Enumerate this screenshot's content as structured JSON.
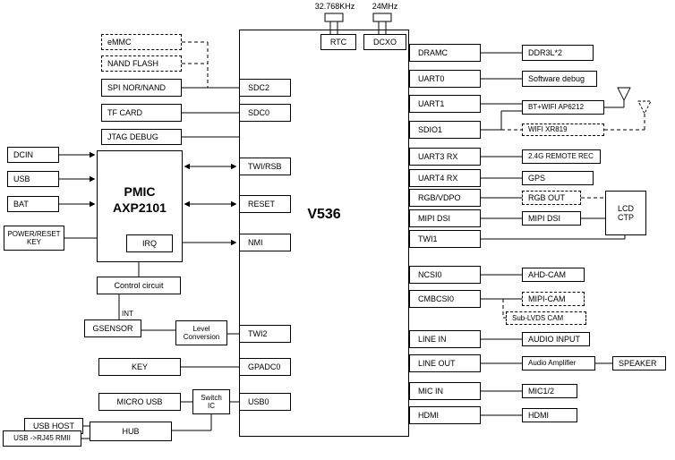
{
  "clocks": {
    "rtc_freq": "32.768KHz",
    "dcxo_freq": "24MHz",
    "rtc": "RTC",
    "dcxo": "DCXO"
  },
  "soc": {
    "name": "V536"
  },
  "pins_left": {
    "sdc2": "SDC2",
    "sdc0": "SDC0",
    "twi_rsb": "TWI/RSB",
    "reset": "RESET",
    "nmi": "NMI",
    "twi2": "TWI2",
    "gpadc0": "GPADC0",
    "usb0": "USB0"
  },
  "pins_right": {
    "dramc": "DRAMC",
    "uart0": "UART0",
    "uart1": "UART1",
    "sdio1": "SDIO1",
    "uart3_rx": "UART3 RX",
    "uart4_rx": "UART4 RX",
    "rgb_vdpo": "RGB/VDPO",
    "mipi_dsi": "MIPI DSI",
    "twi1": "TWI1",
    "ncsi0": "NCSI0",
    "cmbcsi0": "CMBCSI0",
    "line_in": "LINE IN",
    "line_out": "LINE OUT",
    "mic_in": "MIC IN",
    "hdmi": "HDMI"
  },
  "storage": {
    "emmc": "eMMC",
    "nand_flash": "NAND FLASH",
    "spi_nor_nand": "SPI NOR/NAND",
    "tf_card": "TF CARD",
    "jtag_debug": "JTAG DEBUG"
  },
  "power": {
    "dcin": "DCIN",
    "usb": "USB",
    "bat": "BAT",
    "power_reset_key": "POWER/RESET KEY",
    "pmic_line1": "PMIC",
    "pmic_line2": "AXP2101",
    "irq": "IRQ",
    "control_circuit": "Control circuit"
  },
  "board": {
    "gsensor": "GSENSOR",
    "int": "INT",
    "level_conversion_1": "Level",
    "level_conversion_2": "Conversion",
    "key": "KEY",
    "micro_usb": "MICRO USB",
    "switch_ic_1": "Switch",
    "switch_ic_2": "IC",
    "usb_host": "USB HOST",
    "hub": "HUB",
    "usb_rj45": "USB ->RJ45 RMII"
  },
  "peripherals": {
    "ddr": "DDR3L*2",
    "software_debug": "Software debug",
    "bt_wifi": "BT+WIFI AP6212",
    "wifi_xr819": "WIFI XR819",
    "remote_rec": "2.4G REMOTE REC",
    "gps": "GPS",
    "rgb_out": "RGB OUT",
    "mipi_dsi": "MIPI DSI",
    "lcd_ctp_1": "LCD",
    "lcd_ctp_2": "CTP",
    "ahd_cam": "AHD-CAM",
    "mipi_cam": "MIPI-CAM",
    "sub_lvds_cam": "Sub-LVDS CAM",
    "audio_input": "AUDIO INPUT",
    "audio_amplifier": "Audio Amplifier",
    "speaker": "SPEAKER",
    "mic": "MIC1/2",
    "hdmi": "HDMI"
  }
}
